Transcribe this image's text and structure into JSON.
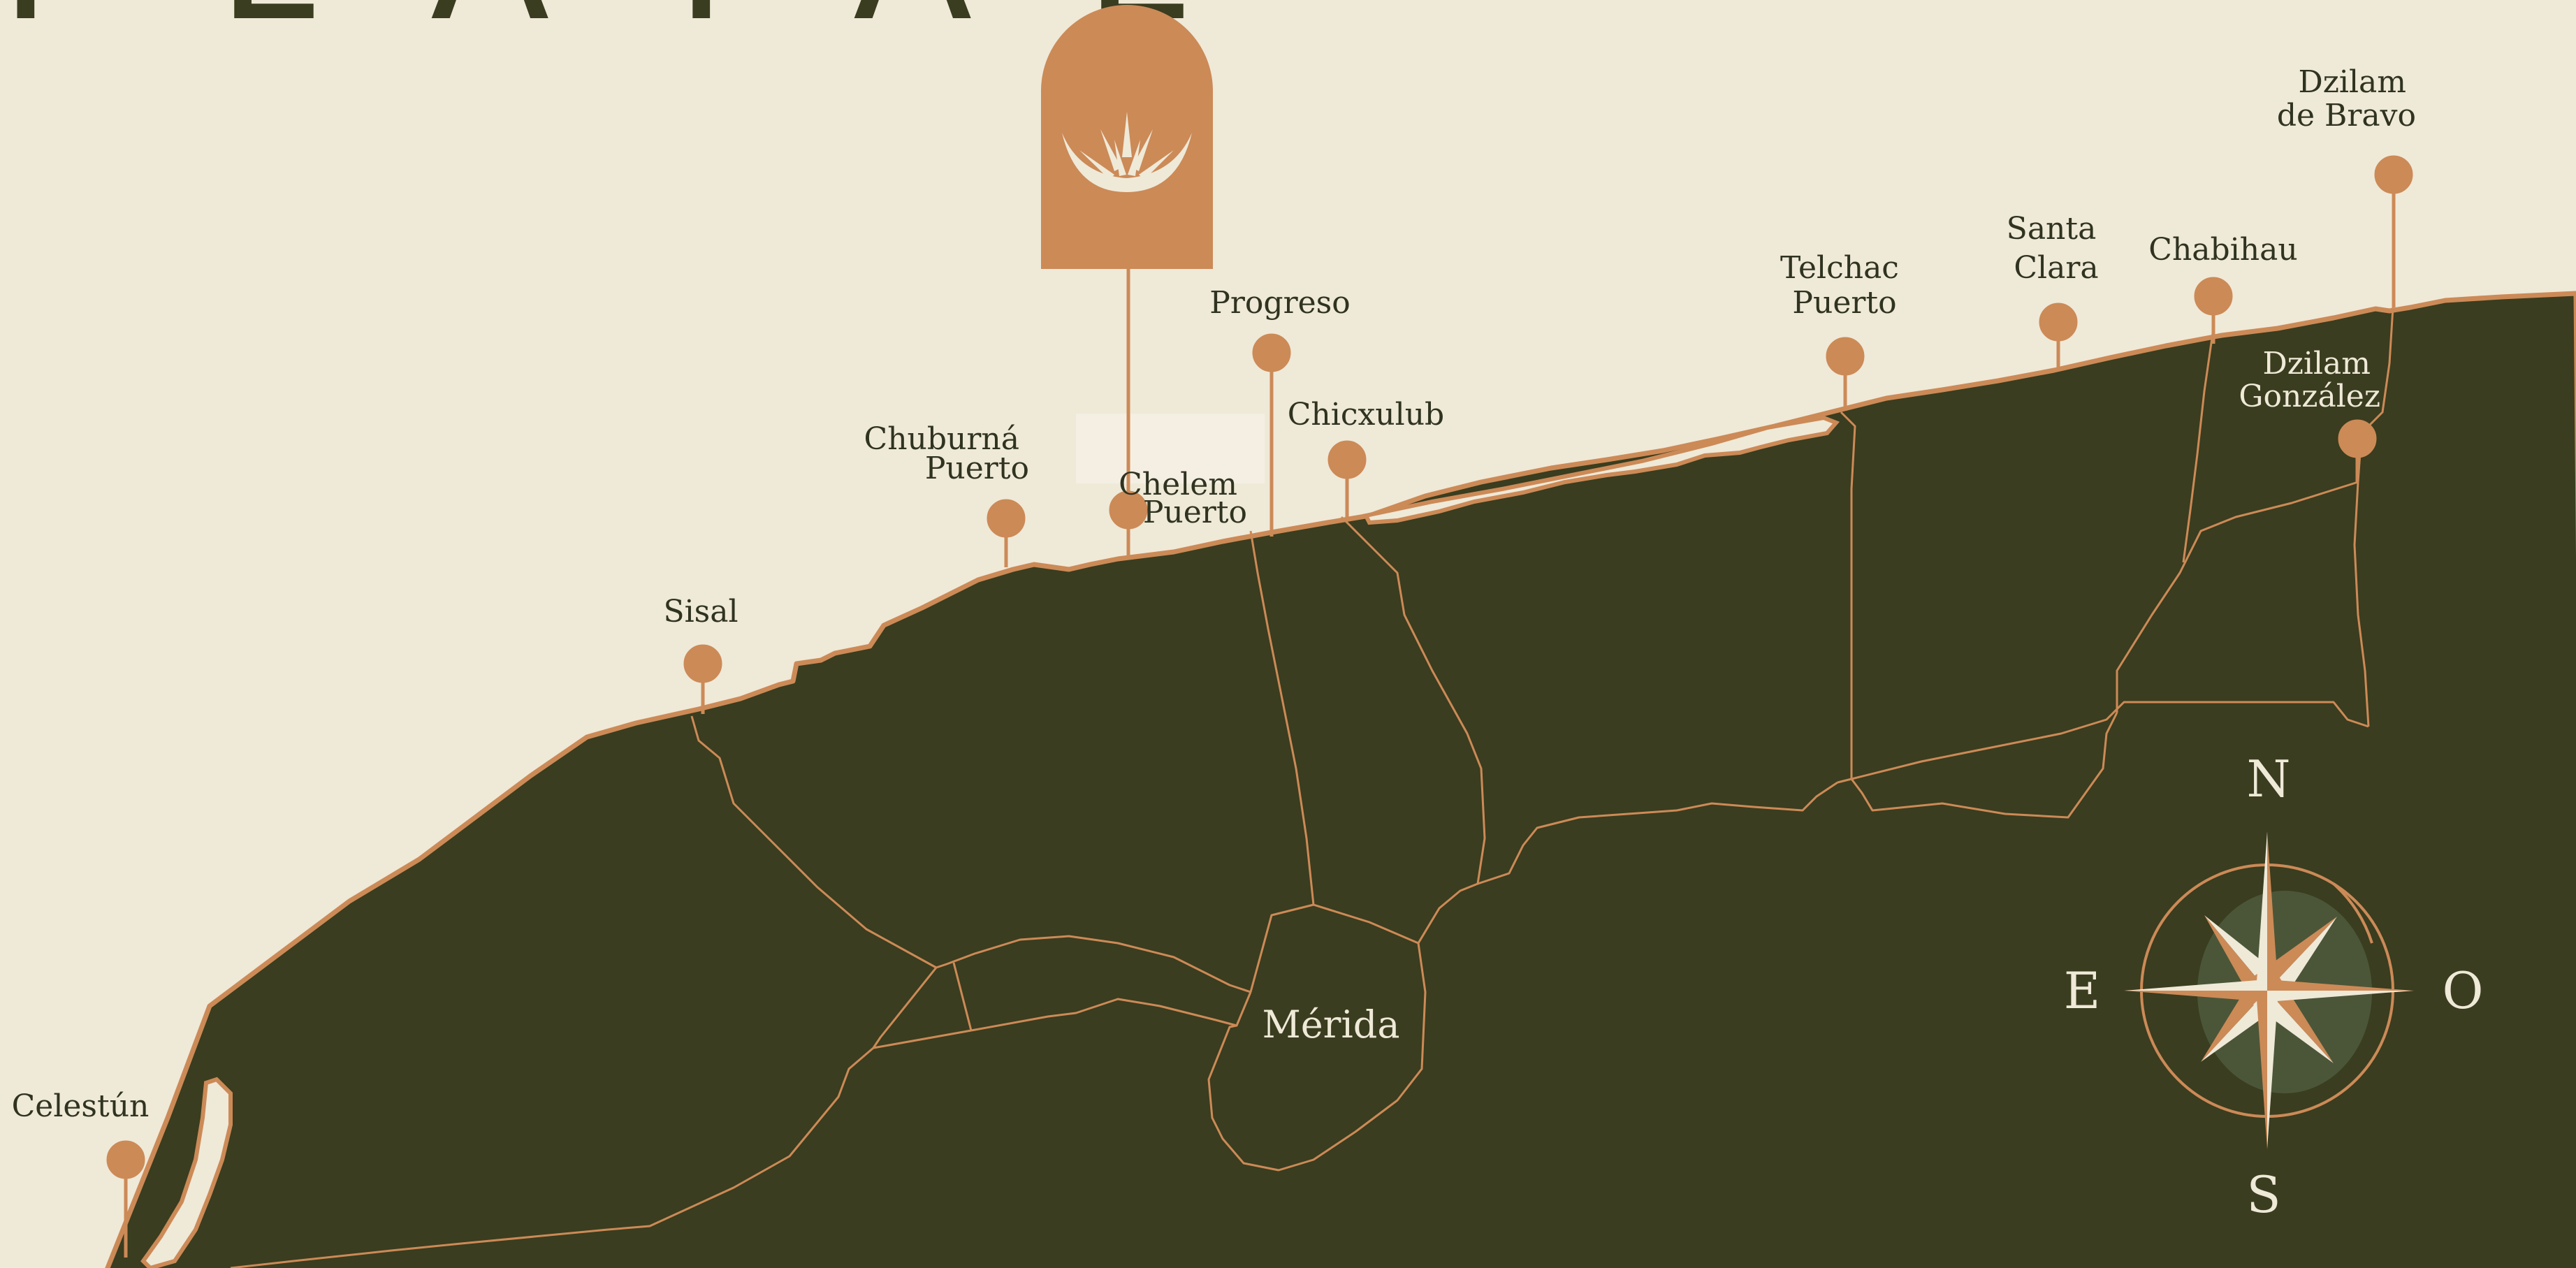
{
  "title": "PLAYAE",
  "colors": {
    "background": "#efe9d8",
    "land": "#3a3d1f",
    "accent": "#cc8a57",
    "road": "#cc8a57",
    "label": "#2f3320",
    "light": "#efe9d8"
  },
  "logo": {
    "icon": "agave-icon"
  },
  "places": [
    {
      "id": "celestun",
      "lines": [
        "Celestún"
      ]
    },
    {
      "id": "sisal",
      "lines": [
        "Sisal"
      ]
    },
    {
      "id": "chuburna",
      "lines": [
        "Chuburná",
        "Puerto"
      ]
    },
    {
      "id": "chelem",
      "lines": [
        "Chelem",
        "Puerto"
      ]
    },
    {
      "id": "progreso",
      "lines": [
        "Progreso"
      ]
    },
    {
      "id": "chicxulub",
      "lines": [
        "Chicxulub"
      ]
    },
    {
      "id": "telchac",
      "lines": [
        "Telchac",
        "Puerto"
      ]
    },
    {
      "id": "santa-clara",
      "lines": [
        "Santa",
        "Clara"
      ]
    },
    {
      "id": "chabihau",
      "lines": [
        "Chabihau"
      ]
    },
    {
      "id": "dzilam-bravo",
      "lines": [
        "Dzilam",
        "de Bravo"
      ]
    },
    {
      "id": "dzilam-gonzalez",
      "lines": [
        "Dzilam",
        "González"
      ]
    }
  ],
  "city": {
    "name": "Mérida"
  },
  "compass": {
    "north": "N",
    "south": "S",
    "east": "E",
    "west": "O"
  }
}
